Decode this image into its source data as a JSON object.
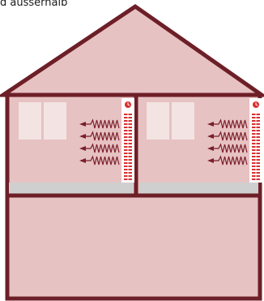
{
  "caption": {
    "text": "d ausserhalb"
  },
  "colors": {
    "wall": "#6d1f27",
    "fill": "#e7c2c3",
    "window": "#f3e3e3",
    "floor_strip": "#cfcfcf",
    "arrow": "#7a1f2a",
    "radiator_body": "#ffffff",
    "radiator_fins": "#d93030",
    "thermostat": "#d93030"
  },
  "icons": {
    "radiator": "radiator-icon",
    "thermostat": "thermostat-icon",
    "heat_wave": "heat-wave-arrow-icon",
    "window": "window-icon"
  },
  "rooms": [
    {
      "name": "room-left",
      "radiator_on": true,
      "heat_waves": 4
    },
    {
      "name": "room-right",
      "radiator_on": true,
      "heat_waves": 4
    }
  ]
}
